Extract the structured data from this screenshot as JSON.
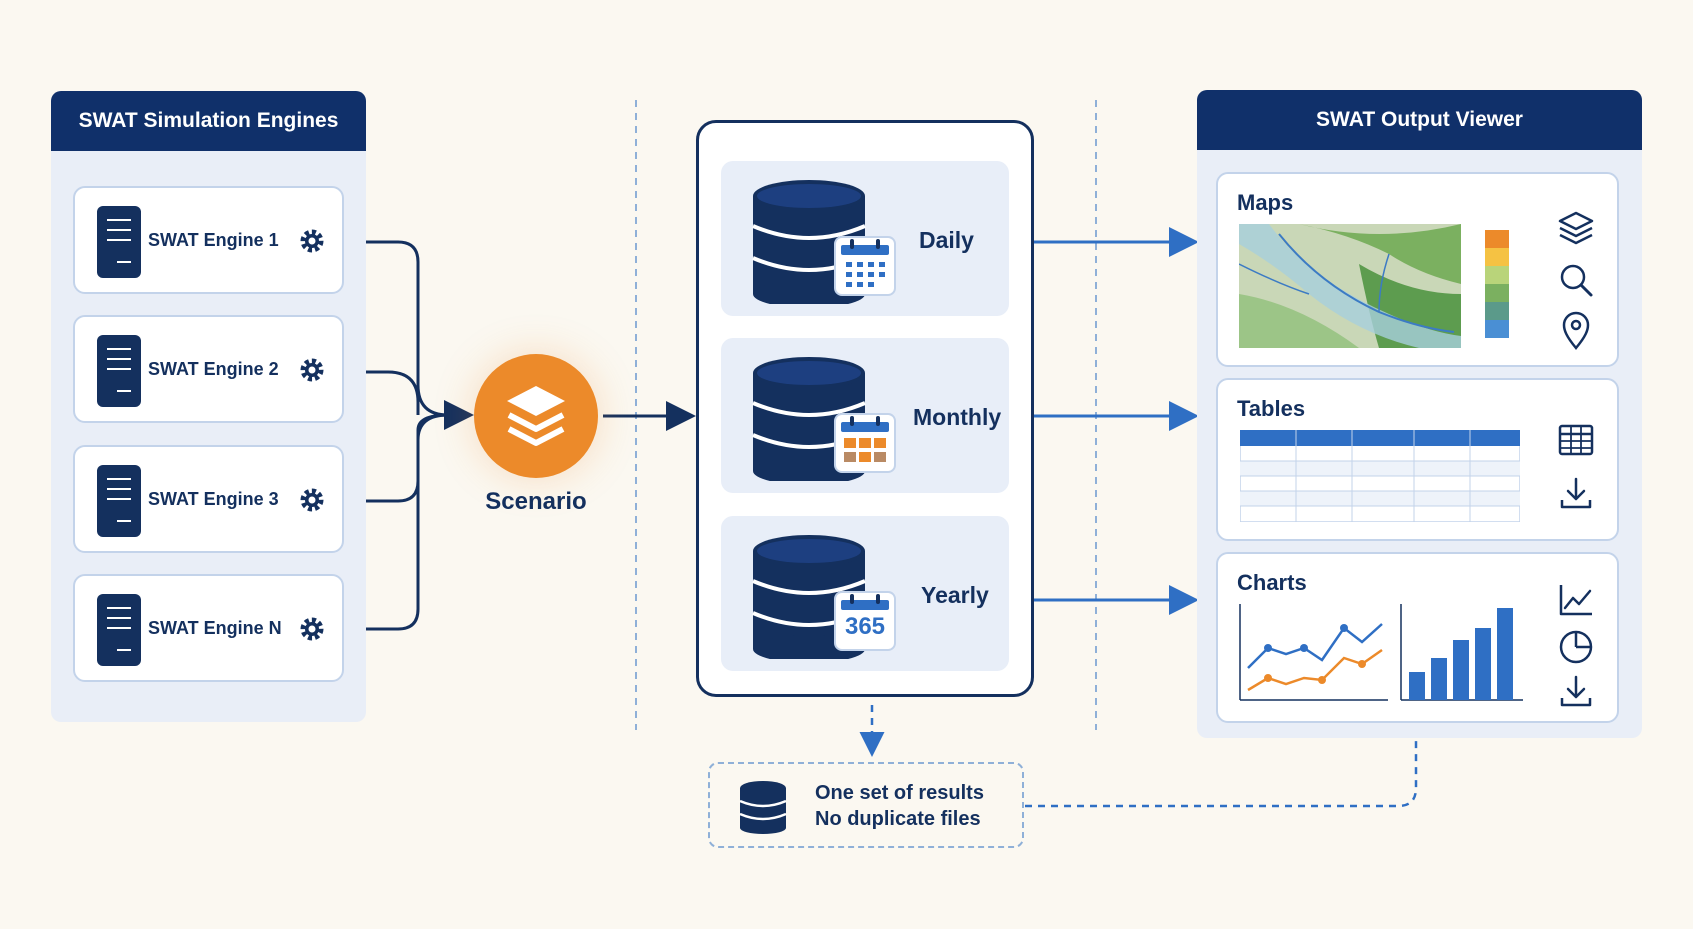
{
  "engines_panel": {
    "title": "SWAT Simulation Engines",
    "engines": [
      {
        "label": "SWAT Engine 1"
      },
      {
        "label": "SWAT Engine 2"
      },
      {
        "label": "SWAT Engine 3"
      },
      {
        "label": "SWAT Engine N"
      }
    ]
  },
  "scenario": {
    "label": "Scenario",
    "icon": "layers-icon",
    "color": "#ec8a2a"
  },
  "frequencies": [
    {
      "label": "Daily",
      "icon": "calendar-icon"
    },
    {
      "label": "Monthly",
      "icon": "calendar-grid-icon"
    },
    {
      "label": "Yearly",
      "icon": "calendar-365-icon",
      "calendar_text": "365"
    }
  ],
  "viewer_panel": {
    "title": "SWAT Output Viewer",
    "sections": [
      {
        "title": "Maps",
        "icons": [
          "layers-icon",
          "search-icon",
          "location-pin-icon"
        ]
      },
      {
        "title": "Tables",
        "icons": [
          "table-icon",
          "download-icon"
        ]
      },
      {
        "title": "Charts",
        "icons": [
          "line-chart-icon",
          "pie-chart-icon",
          "download-icon"
        ]
      }
    ]
  },
  "note": {
    "line1": "One set of results",
    "line2": "No duplicate files"
  },
  "colors": {
    "navy": "#10306a",
    "accent_blue": "#2f6fc4",
    "orange": "#ec8a2a",
    "background": "#fbf8f1"
  }
}
